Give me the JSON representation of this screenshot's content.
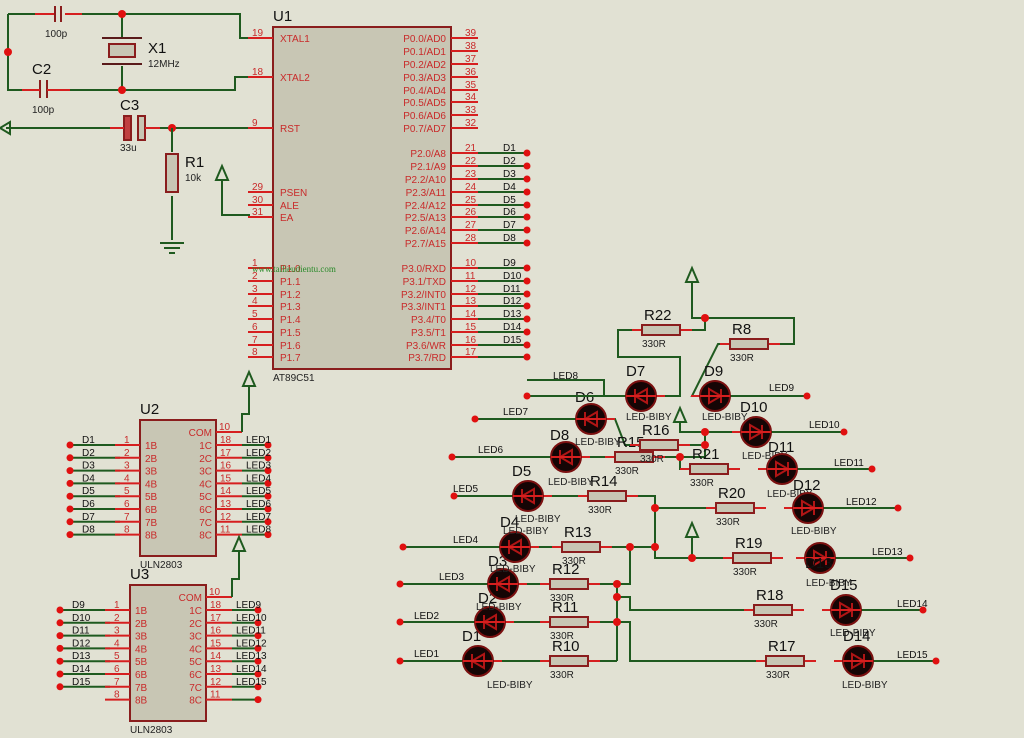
{
  "schematic": {
    "watermark": "www.tailieudientu.com",
    "colors": {
      "background": "#e1e1d3",
      "wire": "#1f5a1f",
      "pin": "#d61f1f",
      "chip_fill": "#c8c6b4",
      "chip_border": "#8a1d1d",
      "junction": "#e01010",
      "led_body": "#150505"
    },
    "u1": {
      "ref": "U1",
      "part": "AT89C51",
      "left_pins": [
        {
          "num": "19",
          "name": "XTAL1"
        },
        {
          "num": "18",
          "name": "XTAL2"
        },
        {
          "num": "9",
          "name": "RST"
        },
        {
          "num": "29",
          "name": "PSEN"
        },
        {
          "num": "30",
          "name": "ALE"
        },
        {
          "num": "31",
          "name": "EA"
        },
        {
          "num": "1",
          "name": "P1.0"
        },
        {
          "num": "2",
          "name": "P1.1"
        },
        {
          "num": "3",
          "name": "P1.2"
        },
        {
          "num": "4",
          "name": "P1.3"
        },
        {
          "num": "5",
          "name": "P1.4"
        },
        {
          "num": "6",
          "name": "P1.5"
        },
        {
          "num": "7",
          "name": "P1.6"
        },
        {
          "num": "8",
          "name": "P1.7"
        }
      ],
      "p0": [
        {
          "num": "39",
          "name": "P0.0/AD0"
        },
        {
          "num": "38",
          "name": "P0.1/AD1"
        },
        {
          "num": "37",
          "name": "P0.2/AD2"
        },
        {
          "num": "36",
          "name": "P0.3/AD3"
        },
        {
          "num": "35",
          "name": "P0.4/AD4"
        },
        {
          "num": "34",
          "name": "P0.5/AD5"
        },
        {
          "num": "33",
          "name": "P0.6/AD6"
        },
        {
          "num": "32",
          "name": "P0.7/AD7"
        }
      ],
      "p2": [
        {
          "num": "21",
          "name": "P2.0/A8",
          "net": "D1"
        },
        {
          "num": "22",
          "name": "P2.1/A9",
          "net": "D2"
        },
        {
          "num": "23",
          "name": "P2.2/A10",
          "net": "D3"
        },
        {
          "num": "24",
          "name": "P2.3/A11",
          "net": "D4"
        },
        {
          "num": "25",
          "name": "P2.4/A12",
          "net": "D5"
        },
        {
          "num": "26",
          "name": "P2.5/A13",
          "net": "D6"
        },
        {
          "num": "27",
          "name": "P2.6/A14",
          "net": "D7"
        },
        {
          "num": "28",
          "name": "P2.7/A15",
          "net": "D8"
        }
      ],
      "p3": [
        {
          "num": "10",
          "name": "P3.0/RXD",
          "net": "D9"
        },
        {
          "num": "11",
          "name": "P3.1/TXD",
          "net": "D10"
        },
        {
          "num": "12",
          "name": "P3.2/INT0",
          "net": "D11"
        },
        {
          "num": "13",
          "name": "P3.3/INT1",
          "net": "D12"
        },
        {
          "num": "14",
          "name": "P3.4/T0",
          "net": "D13"
        },
        {
          "num": "15",
          "name": "P3.5/T1",
          "net": "D14"
        },
        {
          "num": "16",
          "name": "P3.6/WR",
          "net": "D15"
        },
        {
          "num": "17",
          "name": "P3.7/RD",
          "net": ""
        }
      ]
    },
    "passives": {
      "c1": {
        "ref": "",
        "value": "100p"
      },
      "c2": {
        "ref": "C2",
        "value": "100p"
      },
      "c3": {
        "ref": "C3",
        "value": "33u"
      },
      "x1": {
        "ref": "X1",
        "value": "12MHz"
      },
      "r1": {
        "ref": "R1",
        "value": "10k"
      }
    },
    "u2": {
      "ref": "U2",
      "part": "ULN2803",
      "com": "COM",
      "com_num": "10",
      "rows": [
        {
          "in": "D1",
          "inum": "1",
          "b": "1B",
          "c": "1C",
          "onum": "18",
          "out": "LED1"
        },
        {
          "in": "D2",
          "inum": "2",
          "b": "2B",
          "c": "2C",
          "onum": "17",
          "out": "LED2"
        },
        {
          "in": "D3",
          "inum": "3",
          "b": "3B",
          "c": "3C",
          "onum": "16",
          "out": "LED3"
        },
        {
          "in": "D4",
          "inum": "4",
          "b": "4B",
          "c": "4C",
          "onum": "15",
          "out": "LED4"
        },
        {
          "in": "D5",
          "inum": "5",
          "b": "5B",
          "c": "5C",
          "onum": "14",
          "out": "LED5"
        },
        {
          "in": "D6",
          "inum": "6",
          "b": "6B",
          "c": "6C",
          "onum": "13",
          "out": "LED6"
        },
        {
          "in": "D7",
          "inum": "7",
          "b": "7B",
          "c": "7C",
          "onum": "12",
          "out": "LED7"
        },
        {
          "in": "D8",
          "inum": "8",
          "b": "8B",
          "c": "8C",
          "onum": "11",
          "out": "LED8"
        }
      ]
    },
    "u3": {
      "ref": "U3",
      "part": "ULN2803",
      "com": "COM",
      "com_num": "10",
      "rows": [
        {
          "in": "D9",
          "inum": "1",
          "b": "1B",
          "c": "1C",
          "onum": "18",
          "out": "LED9"
        },
        {
          "in": "D10",
          "inum": "2",
          "b": "2B",
          "c": "2C",
          "onum": "17",
          "out": "LED10"
        },
        {
          "in": "D11",
          "inum": "3",
          "b": "3B",
          "c": "3C",
          "onum": "16",
          "out": "LED11"
        },
        {
          "in": "D12",
          "inum": "4",
          "b": "4B",
          "c": "4C",
          "onum": "15",
          "out": "LED12"
        },
        {
          "in": "D13",
          "inum": "5",
          "b": "5B",
          "c": "5C",
          "onum": "14",
          "out": "LED13"
        },
        {
          "in": "D14",
          "inum": "6",
          "b": "6B",
          "c": "6C",
          "onum": "13",
          "out": "LED14"
        },
        {
          "in": "D15",
          "inum": "7",
          "b": "7B",
          "c": "7C",
          "onum": "12",
          "out": "LED15"
        },
        {
          "in": "",
          "inum": "8",
          "b": "8B",
          "c": "8C",
          "onum": "11",
          "out": ""
        }
      ]
    },
    "led_type": "LED-BIBY",
    "res_value": "330R",
    "leds": [
      {
        "ref": "D1",
        "net": "LED1",
        "res": "R10"
      },
      {
        "ref": "D2",
        "net": "LED2",
        "res": "R11"
      },
      {
        "ref": "D3",
        "net": "LED3",
        "res": "R12"
      },
      {
        "ref": "D4",
        "net": "LED4",
        "res": "R13"
      },
      {
        "ref": "D5",
        "net": "LED5",
        "res": "R14"
      },
      {
        "ref": "D8",
        "net": "LED6",
        "res": "R15"
      },
      {
        "ref": "D6",
        "net": "LED7",
        "res": "R16"
      },
      {
        "ref": "D7",
        "net": "LED8",
        "res": "R22"
      },
      {
        "ref": "D9",
        "net": "LED9",
        "res": "R8"
      },
      {
        "ref": "D10",
        "net": "LED10",
        "res": "R16"
      },
      {
        "ref": "D11",
        "net": "LED11",
        "res": "R21"
      },
      {
        "ref": "D12",
        "net": "LED12",
        "res": "R20"
      },
      {
        "ref": "D13",
        "net": "LED13",
        "res": "R19"
      },
      {
        "ref": "D15",
        "net": "LED14",
        "res": "R18"
      },
      {
        "ref": "D14",
        "net": "LED15",
        "res": "R17"
      }
    ]
  }
}
